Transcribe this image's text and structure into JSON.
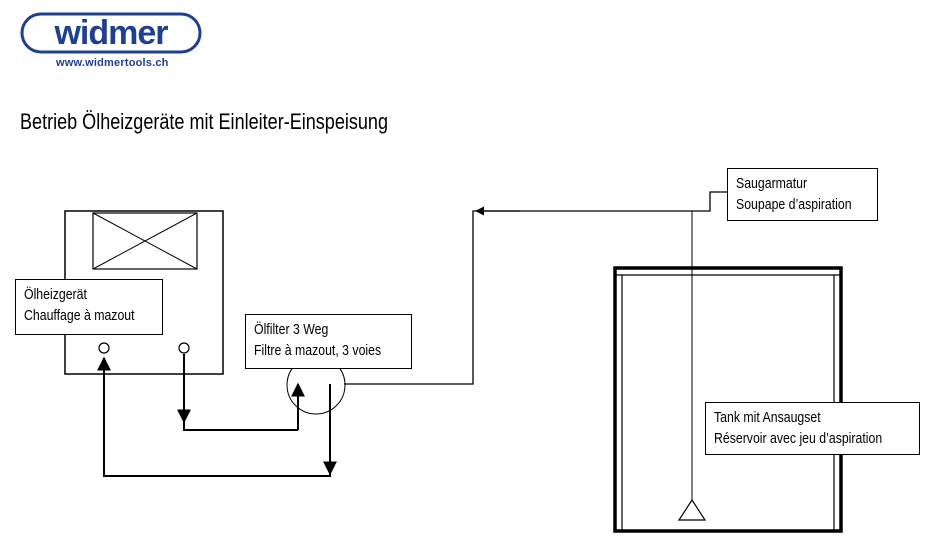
{
  "brand": {
    "logo_text": "widmer",
    "url": "www.widmertools.ch",
    "color": "#1f3f8f"
  },
  "title": "Betrieb Ölheizgeräte mit Einleiter-Einspeisung",
  "labels": {
    "heater": {
      "line1": "Ölheizgerät",
      "line2": "Chauffage à mazout"
    },
    "filter": {
      "line1": "Ölfilter 3 Weg",
      "line2": "Filtre à mazout, 3 voies"
    },
    "valve": {
      "line1": "Saugarmatur",
      "line2": "Soupape d’aspiration"
    },
    "tank": {
      "line1": "Tank mit Ansaugset",
      "line2": "Réservoir avec jeu d’aspiration"
    }
  }
}
